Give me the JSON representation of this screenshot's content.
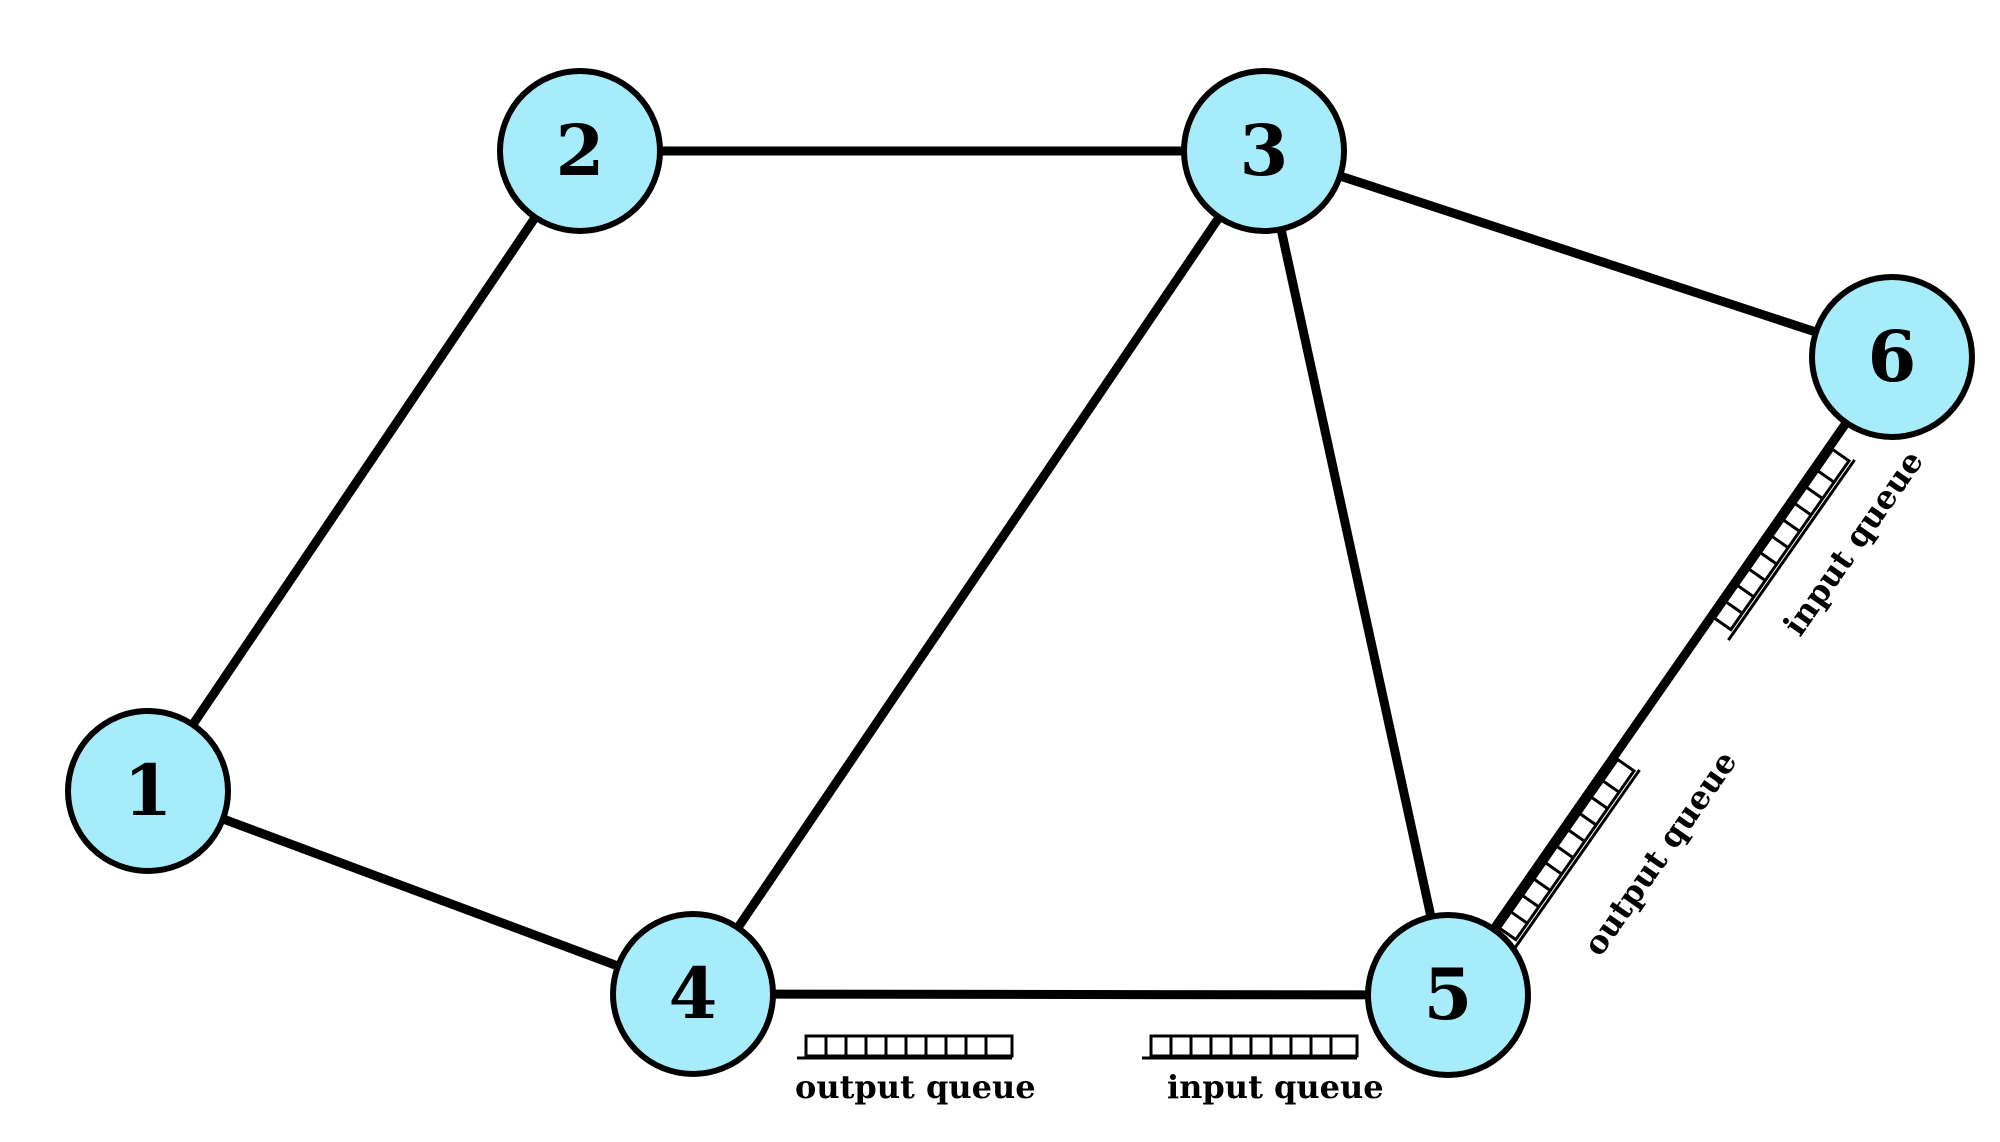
{
  "nodes": [
    {
      "id": "1",
      "label": "1"
    },
    {
      "id": "2",
      "label": "2"
    },
    {
      "id": "3",
      "label": "3"
    },
    {
      "id": "4",
      "label": "4"
    },
    {
      "id": "5",
      "label": "5"
    },
    {
      "id": "6",
      "label": "6"
    }
  ],
  "edges": [
    {
      "from": "1",
      "to": "2"
    },
    {
      "from": "1",
      "to": "4"
    },
    {
      "from": "2",
      "to": "3"
    },
    {
      "from": "3",
      "to": "4"
    },
    {
      "from": "3",
      "to": "5"
    },
    {
      "from": "3",
      "to": "6"
    },
    {
      "from": "4",
      "to": "5"
    },
    {
      "from": "5",
      "to": "6"
    }
  ],
  "queues": {
    "link_4_5_output": "output queue",
    "link_4_5_input": "input queue",
    "link_5_6_output": "output queue",
    "link_5_6_input": "input queue"
  },
  "colors": {
    "node_fill": "#a6ecfb",
    "stroke": "#000000"
  }
}
